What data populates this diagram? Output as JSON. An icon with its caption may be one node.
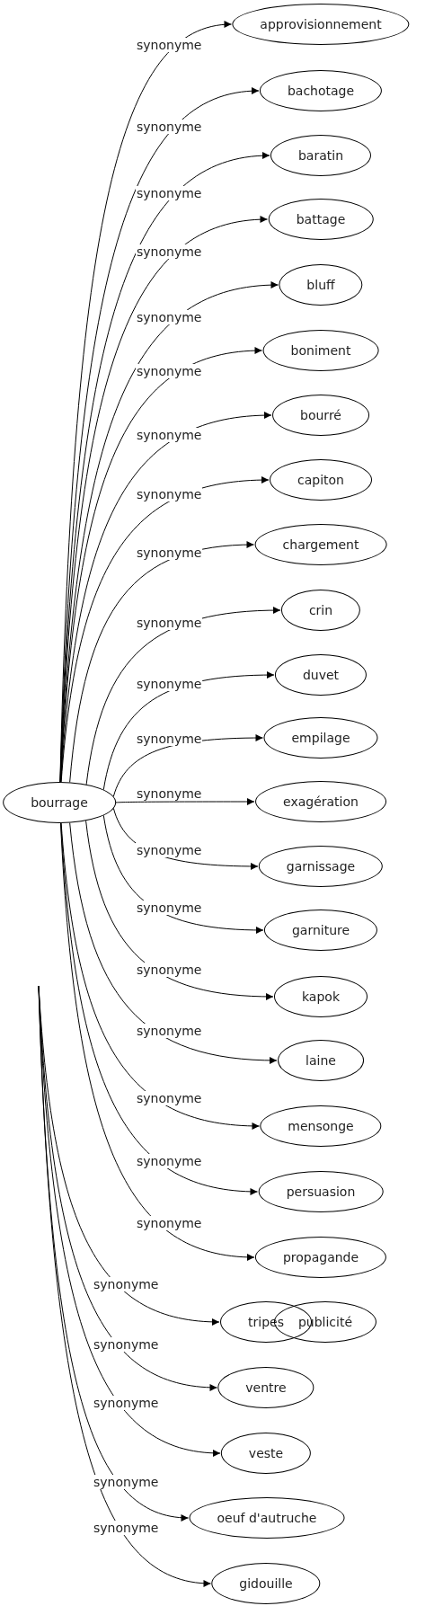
{
  "diagram": {
    "nodes": [
      {
        "text": [
          "bourrage"
        ]
      },
      {
        "text": [
          "approvisionnement"
        ]
      },
      {
        "text": [
          "bachotage"
        ]
      },
      {
        "text": [
          "baratin"
        ]
      },
      {
        "text": [
          "battage"
        ]
      },
      {
        "text": [
          "bluff"
        ]
      },
      {
        "text": [
          "boniment"
        ]
      },
      {
        "text": [
          "bourré"
        ]
      },
      {
        "text": [
          "capiton"
        ]
      },
      {
        "text": [
          "chargement"
        ]
      },
      {
        "text": [
          "crin"
        ]
      },
      {
        "text": [
          "duvet"
        ]
      },
      {
        "text": [
          "empilage"
        ]
      },
      {
        "text": [
          "exagération"
        ]
      },
      {
        "text": [
          "garnissage"
        ]
      },
      {
        "text": [
          "garniture"
        ]
      },
      {
        "text": [
          "kapok"
        ]
      },
      {
        "text": [
          "laine"
        ]
      },
      {
        "text": [
          "mensonge"
        ]
      },
      {
        "text": [
          "persuasion"
        ]
      },
      {
        "text": [
          "propagande"
        ]
      },
      {
        "text": [
          "tripes"
        ]
      },
      {
        "text": [
          "publicité"
        ]
      },
      {
        "text": [
          "ventre"
        ]
      },
      {
        "text": [
          "veste"
        ]
      },
      {
        "text": [
          "oeuf d'autruche"
        ]
      },
      {
        "text": [
          "gidouille"
        ]
      }
    ],
    "edges": [
      {
        "from": 0,
        "to": 1,
        "arrow": "to",
        "label": "synonyme"
      },
      {
        "from": 0,
        "to": 2,
        "arrow": "to",
        "label": "synonyme"
      },
      {
        "from": 0,
        "to": 3,
        "arrow": "to",
        "label": "synonyme"
      },
      {
        "from": 0,
        "to": 4,
        "arrow": "to",
        "label": "synonyme"
      },
      {
        "from": 0,
        "to": 5,
        "arrow": "to",
        "label": "synonyme"
      },
      {
        "from": 0,
        "to": 6,
        "arrow": "to",
        "label": "synonyme"
      },
      {
        "from": 0,
        "to": 7,
        "arrow": "to",
        "label": "synonyme"
      },
      {
        "from": 0,
        "to": 8,
        "arrow": "to",
        "label": "synonyme"
      },
      {
        "from": 0,
        "to": 9,
        "arrow": "to",
        "label": "synonyme"
      },
      {
        "from": 0,
        "to": 10,
        "arrow": "to",
        "label": "synonyme"
      },
      {
        "from": 0,
        "to": 11,
        "arrow": "to",
        "label": "synonyme"
      },
      {
        "from": 0,
        "to": 12,
        "arrow": "to",
        "label": "synonyme"
      },
      {
        "from": 0,
        "to": 13,
        "arrow": "to",
        "label": "synonyme"
      },
      {
        "from": 0,
        "to": 14,
        "arrow": "to",
        "label": "synonyme"
      },
      {
        "from": 0,
        "to": 15,
        "arrow": "to",
        "label": "synonyme"
      },
      {
        "from": 0,
        "to": 16,
        "arrow": "to",
        "label": "synonyme"
      },
      {
        "from": 0,
        "to": 17,
        "arrow": "to",
        "label": "synonyme"
      },
      {
        "from": 0,
        "to": 18,
        "arrow": "to",
        "label": "synonyme"
      },
      {
        "from": 0,
        "to": 19,
        "arrow": "to",
        "label": "synonyme"
      },
      {
        "from": 0,
        "to": 20,
        "arrow": "to",
        "label": "synonyme"
      },
      {
        "from": null,
        "to": 21,
        "arrow": "to",
        "label": "synonyme"
      },
      {
        "from": null,
        "to": 23,
        "arrow": "to",
        "label": "synonyme"
      },
      {
        "from": null,
        "to": 24,
        "arrow": "to",
        "label": "synonyme"
      },
      {
        "from": null,
        "to": 25,
        "arrow": "to",
        "label": "synonyme"
      },
      {
        "from": null,
        "to": 26,
        "arrow": "to",
        "label": "synonyme"
      }
    ]
  }
}
